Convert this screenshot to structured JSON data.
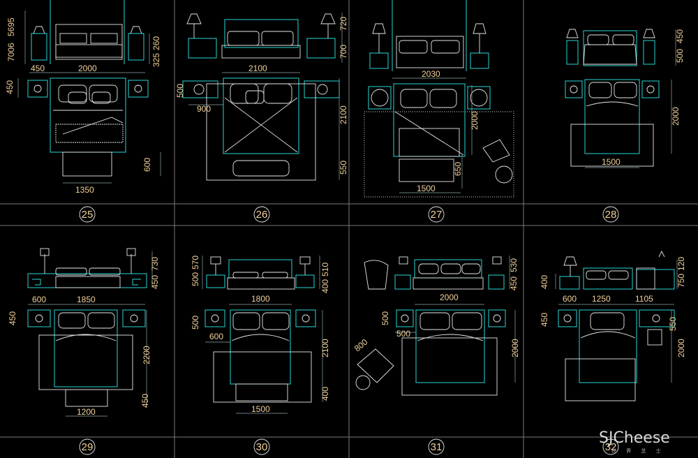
{
  "watermark": {
    "brand": "SJCheese",
    "sub": "世 界 芝 士"
  },
  "panels": [
    {
      "number": "25",
      "dims": [
        "7006",
        "5695",
        "260",
        "325",
        "450",
        "2000",
        "450",
        "600",
        "1350"
      ]
    },
    {
      "number": "26",
      "dims": [
        "720",
        "700",
        "2100",
        "500",
        "900",
        "2100",
        "550"
      ]
    },
    {
      "number": "27",
      "dims": [
        "2030",
        "2000",
        "650",
        "1500"
      ]
    },
    {
      "number": "28",
      "dims": [
        "450",
        "500",
        "2000",
        "1500"
      ]
    },
    {
      "number": "29",
      "dims": [
        "730",
        "450",
        "600",
        "1850",
        "450",
        "2200",
        "450",
        "1200"
      ]
    },
    {
      "number": "30",
      "dims": [
        "500",
        "570",
        "400",
        "510",
        "1800",
        "500",
        "600",
        "2100",
        "400",
        "1500"
      ]
    },
    {
      "number": "31",
      "dims": [
        "530",
        "450",
        "2000",
        "500",
        "500",
        "800",
        "2000"
      ]
    },
    {
      "number": "32",
      "dims": [
        "400",
        "750",
        "120",
        "600",
        "1250",
        "1105",
        "450",
        "550",
        "2000"
      ]
    }
  ]
}
